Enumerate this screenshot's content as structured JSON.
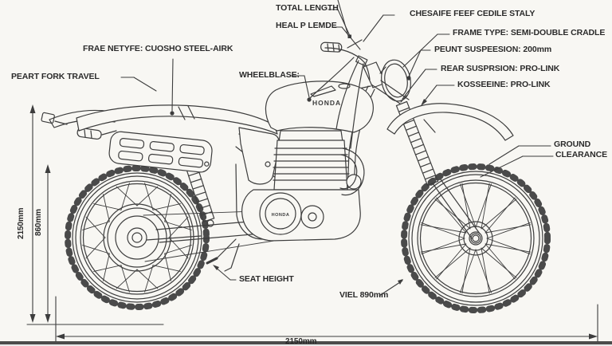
{
  "diagram": {
    "type": "motorcycle-technical-line-drawing",
    "brand_tank": "HONDA",
    "brand_engine": "HONDA"
  },
  "callouts": {
    "total_length": "TOTAL LENGTH",
    "head_lamp": "HEAL P LEMDE",
    "chassis_note": "CHESAIFE FEEF CEDILE STALY",
    "frame_type": "FRAME TYPE: SEMI-DOUBLE CRADLE",
    "front_suspension": "PEUNT SUSPEESION: 200mm",
    "rear_suspension": "REAR SUSPRSION: PRO-LINK",
    "rear_suspension_alt": "KOSSEEINE: PRO-LINK",
    "ground_clearance_1": "GROUND",
    "ground_clearance_2": "CLEARANCE",
    "front_fork_travel": "PEART FORK TRAVEL",
    "frame_type_alt": "FRAE NETYFE: CUOSHO STEEL-AIRK",
    "wheelbase": "WHEELBLASE:",
    "seat_height": "SEAT HEIGHT",
    "wheel_size": "VIEL 890mm"
  },
  "dimensions": {
    "overall_height": "2150mm",
    "seat_height_value": "860mm",
    "overall_length": "2150mm"
  },
  "colors": {
    "background": "#f8f7f3",
    "line": "#3d3d3d",
    "text": "#2b2b2b"
  }
}
